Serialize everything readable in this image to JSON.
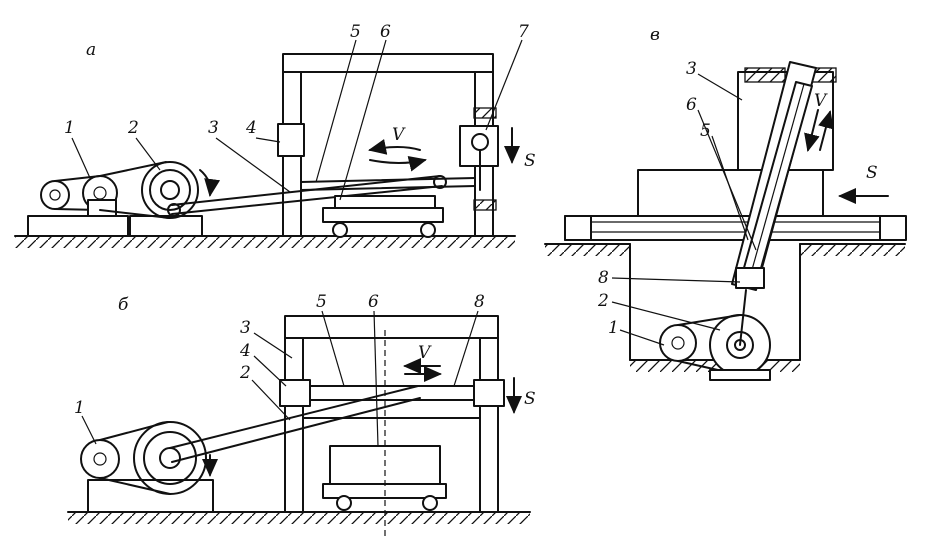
{
  "figures": {
    "a": {
      "caption": "а",
      "labels": [
        "1",
        "2",
        "3",
        "4",
        "5",
        "6",
        "7"
      ],
      "velocity": "V",
      "feed": "S"
    },
    "b": {
      "caption": "б",
      "labels": [
        "1",
        "2",
        "3",
        "4",
        "5",
        "6",
        "8"
      ],
      "velocity": "V",
      "feed": "S"
    },
    "v": {
      "caption": "в",
      "labels": [
        "3",
        "6",
        "5",
        "8",
        "2",
        "1"
      ],
      "velocity": "V",
      "feed": "S"
    }
  },
  "colors": {
    "ink": "#111111",
    "paper": "#ffffff"
  }
}
